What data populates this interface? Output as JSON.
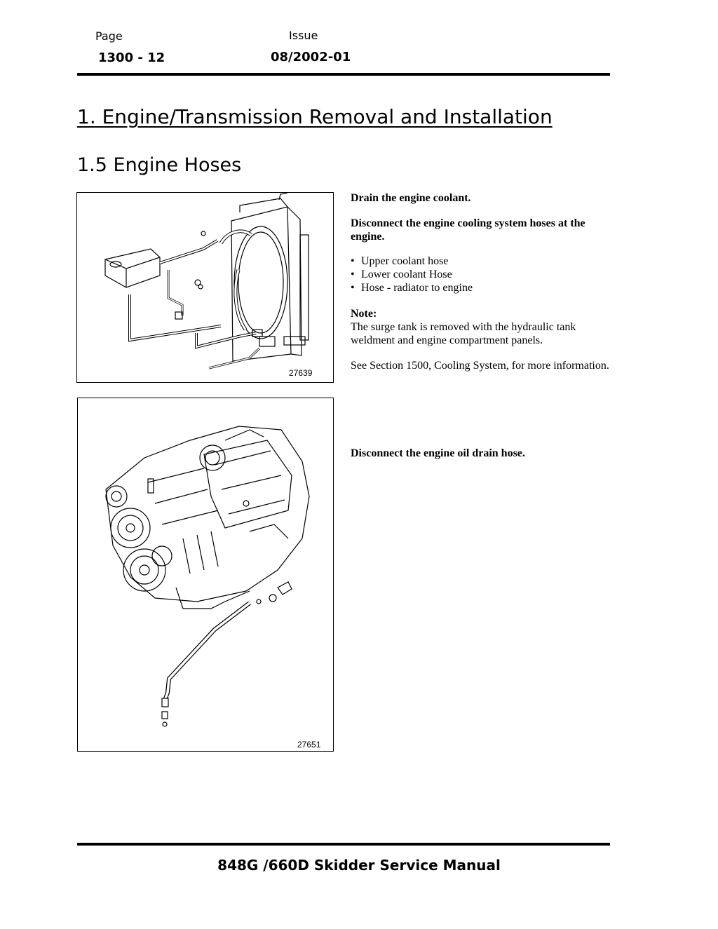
{
  "header": {
    "page_label": "Page",
    "page_value": "1300 - 12",
    "issue_label": "Issue",
    "issue_value": "08/2002-01"
  },
  "headings": {
    "chapter": "1.  Engine/Transmission Removal and Installation",
    "section": "1.5  Engine Hoses"
  },
  "figures": {
    "coolant": {
      "number": "27639"
    },
    "oil_drain": {
      "number": "27651"
    }
  },
  "instructions": {
    "step1": "Drain the engine coolant.",
    "step2": "Disconnect the engine cooling system hoses at the engine.",
    "hoses": [
      "Upper coolant hose",
      "Lower coolant Hose",
      "Hose - radiator to engine"
    ],
    "note_label": "Note:",
    "note_text": "The surge tank is removed with the hydraulic tank weldment and engine compartment panels.",
    "see_also": "See Section 1500, Cooling System, for more information.",
    "step3": "Disconnect the engine oil drain hose."
  },
  "footer": {
    "title": "848G /660D Skidder Service Manual"
  }
}
